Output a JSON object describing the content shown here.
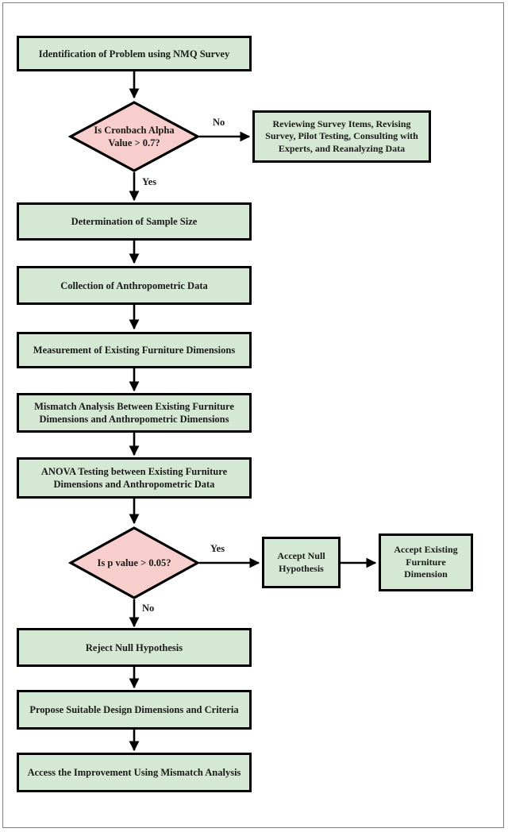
{
  "figure": {
    "type": "flowchart",
    "orientation": "top-to-bottom",
    "colors": {
      "process_fill": "#d5e8d4",
      "decision_fill": "#f8cecc",
      "stroke": "#000000",
      "text": "#1a1a1a",
      "frame": "#808080",
      "background": "#ffffff"
    }
  },
  "nodes": {
    "identification": {
      "label": "Identification of Problem using NMQ Survey",
      "shape": "process"
    },
    "cronbach": {
      "label": "Is Cronbach Alpha Value > 0.7?",
      "line1": "Is Cronbach Alpha",
      "line2": "Value > 0.7?",
      "shape": "decision"
    },
    "review": {
      "label": "Reviewing Survey Items, Revising Survey, Pilot Testing, Consulting with Experts, and Reanalyzing Data",
      "line1": "Reviewing Survey Items, Revising",
      "line2": "Survey, Pilot Testing, Consulting with",
      "line3": "Experts, and Reanalyzing Data",
      "shape": "process"
    },
    "sample_size": {
      "label": "Determination of Sample Size",
      "shape": "process"
    },
    "collection": {
      "label": "Collection of Anthropometric Data",
      "shape": "process"
    },
    "measurement": {
      "label": "Measurement of Existing Furniture Dimensions",
      "shape": "process"
    },
    "mismatch": {
      "label": "Mismatch Analysis Between Existing Furniture Dimensions and Anthropometric Dimensions",
      "line1": "Mismatch Analysis Between Existing Furniture",
      "line2": "Dimensions and Anthropometric Dimensions",
      "shape": "process"
    },
    "anova": {
      "label": "ANOVA Testing between Existing Furniture Dimensions and Anthropometric Data",
      "line1": "ANOVA Testing between Existing Furniture",
      "line2": "Dimensions and Anthropometric Data",
      "shape": "process"
    },
    "pvalue": {
      "label": "Is p value > 0.05?",
      "shape": "decision"
    },
    "accept_null": {
      "label": "Accept Null Hypothesis",
      "line1": "Accept Null",
      "line2": "Hypothesis",
      "shape": "process"
    },
    "accept_existing": {
      "label": "Accept Existing Furniture Dimension",
      "line1": "Accept Existing",
      "line2": "Furniture",
      "line3": "Dimension",
      "shape": "process"
    },
    "reject_null": {
      "label": "Reject Null Hypothesis",
      "shape": "process"
    },
    "propose": {
      "label": "Propose Suitable Design Dimensions and Criteria",
      "shape": "process"
    },
    "access": {
      "label": "Access the Improvement Using Mismatch Analysis",
      "shape": "process"
    }
  },
  "edge_labels": {
    "cronbach_no": "No",
    "cronbach_yes": "Yes",
    "pvalue_yes": "Yes",
    "pvalue_no": "No"
  },
  "edges": [
    {
      "from": "identification",
      "to": "cronbach",
      "label": ""
    },
    {
      "from": "cronbach",
      "to": "review",
      "label": "No"
    },
    {
      "from": "cronbach",
      "to": "sample_size",
      "label": "Yes"
    },
    {
      "from": "sample_size",
      "to": "collection",
      "label": ""
    },
    {
      "from": "collection",
      "to": "measurement",
      "label": ""
    },
    {
      "from": "measurement",
      "to": "mismatch",
      "label": ""
    },
    {
      "from": "mismatch",
      "to": "anova",
      "label": ""
    },
    {
      "from": "anova",
      "to": "pvalue",
      "label": ""
    },
    {
      "from": "pvalue",
      "to": "accept_null",
      "label": "Yes"
    },
    {
      "from": "accept_null",
      "to": "accept_existing",
      "label": ""
    },
    {
      "from": "pvalue",
      "to": "reject_null",
      "label": "No"
    },
    {
      "from": "reject_null",
      "to": "propose",
      "label": ""
    },
    {
      "from": "propose",
      "to": "access",
      "label": ""
    }
  ]
}
